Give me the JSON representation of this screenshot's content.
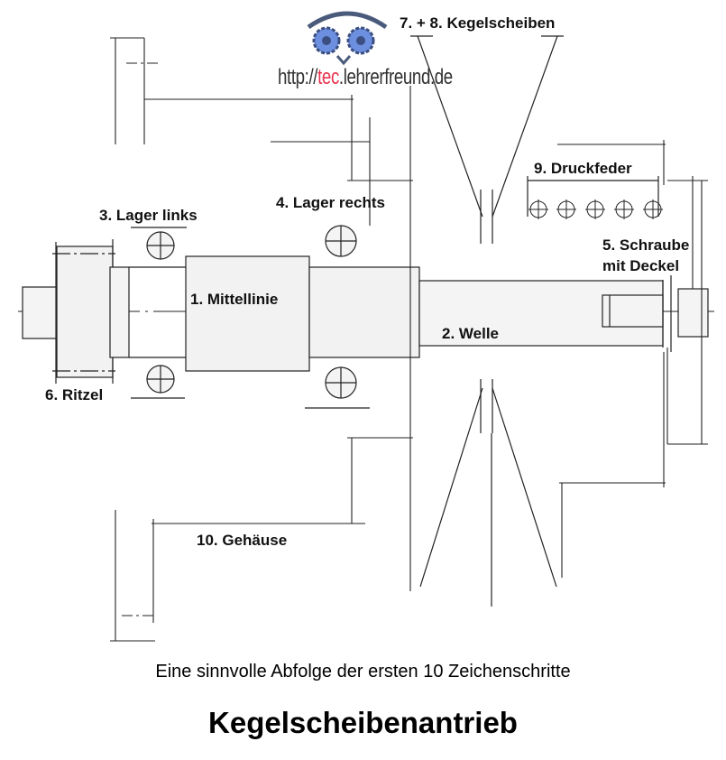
{
  "logo": {
    "prefix": "http://",
    "highlight": "tec",
    "suffix": ".lehrerfreund.de"
  },
  "labels": {
    "kegelscheiben": "7. + 8. Kegelscheiben",
    "druckfeder": "9. Druckfeder",
    "lager_links": "3. Lager links",
    "lager_rechts": "4. Lager rechts",
    "schraube_1": "5. Schraube",
    "schraube_2": "mit Deckel",
    "mittellinie": "1. Mittellinie",
    "welle": "2. Welle",
    "ritzel": "6. Ritzel",
    "gehaeuse": "10. Gehäuse"
  },
  "subtitle": "Eine sinnvolle Abfolge der ersten 10 Zeichenschritte",
  "title": "Kegelscheibenantrieb",
  "colors": {
    "line": "#222222",
    "fill": "#f2f2f2",
    "logo_blue": "#5a7fd0",
    "logo_red": "#e8344e"
  }
}
